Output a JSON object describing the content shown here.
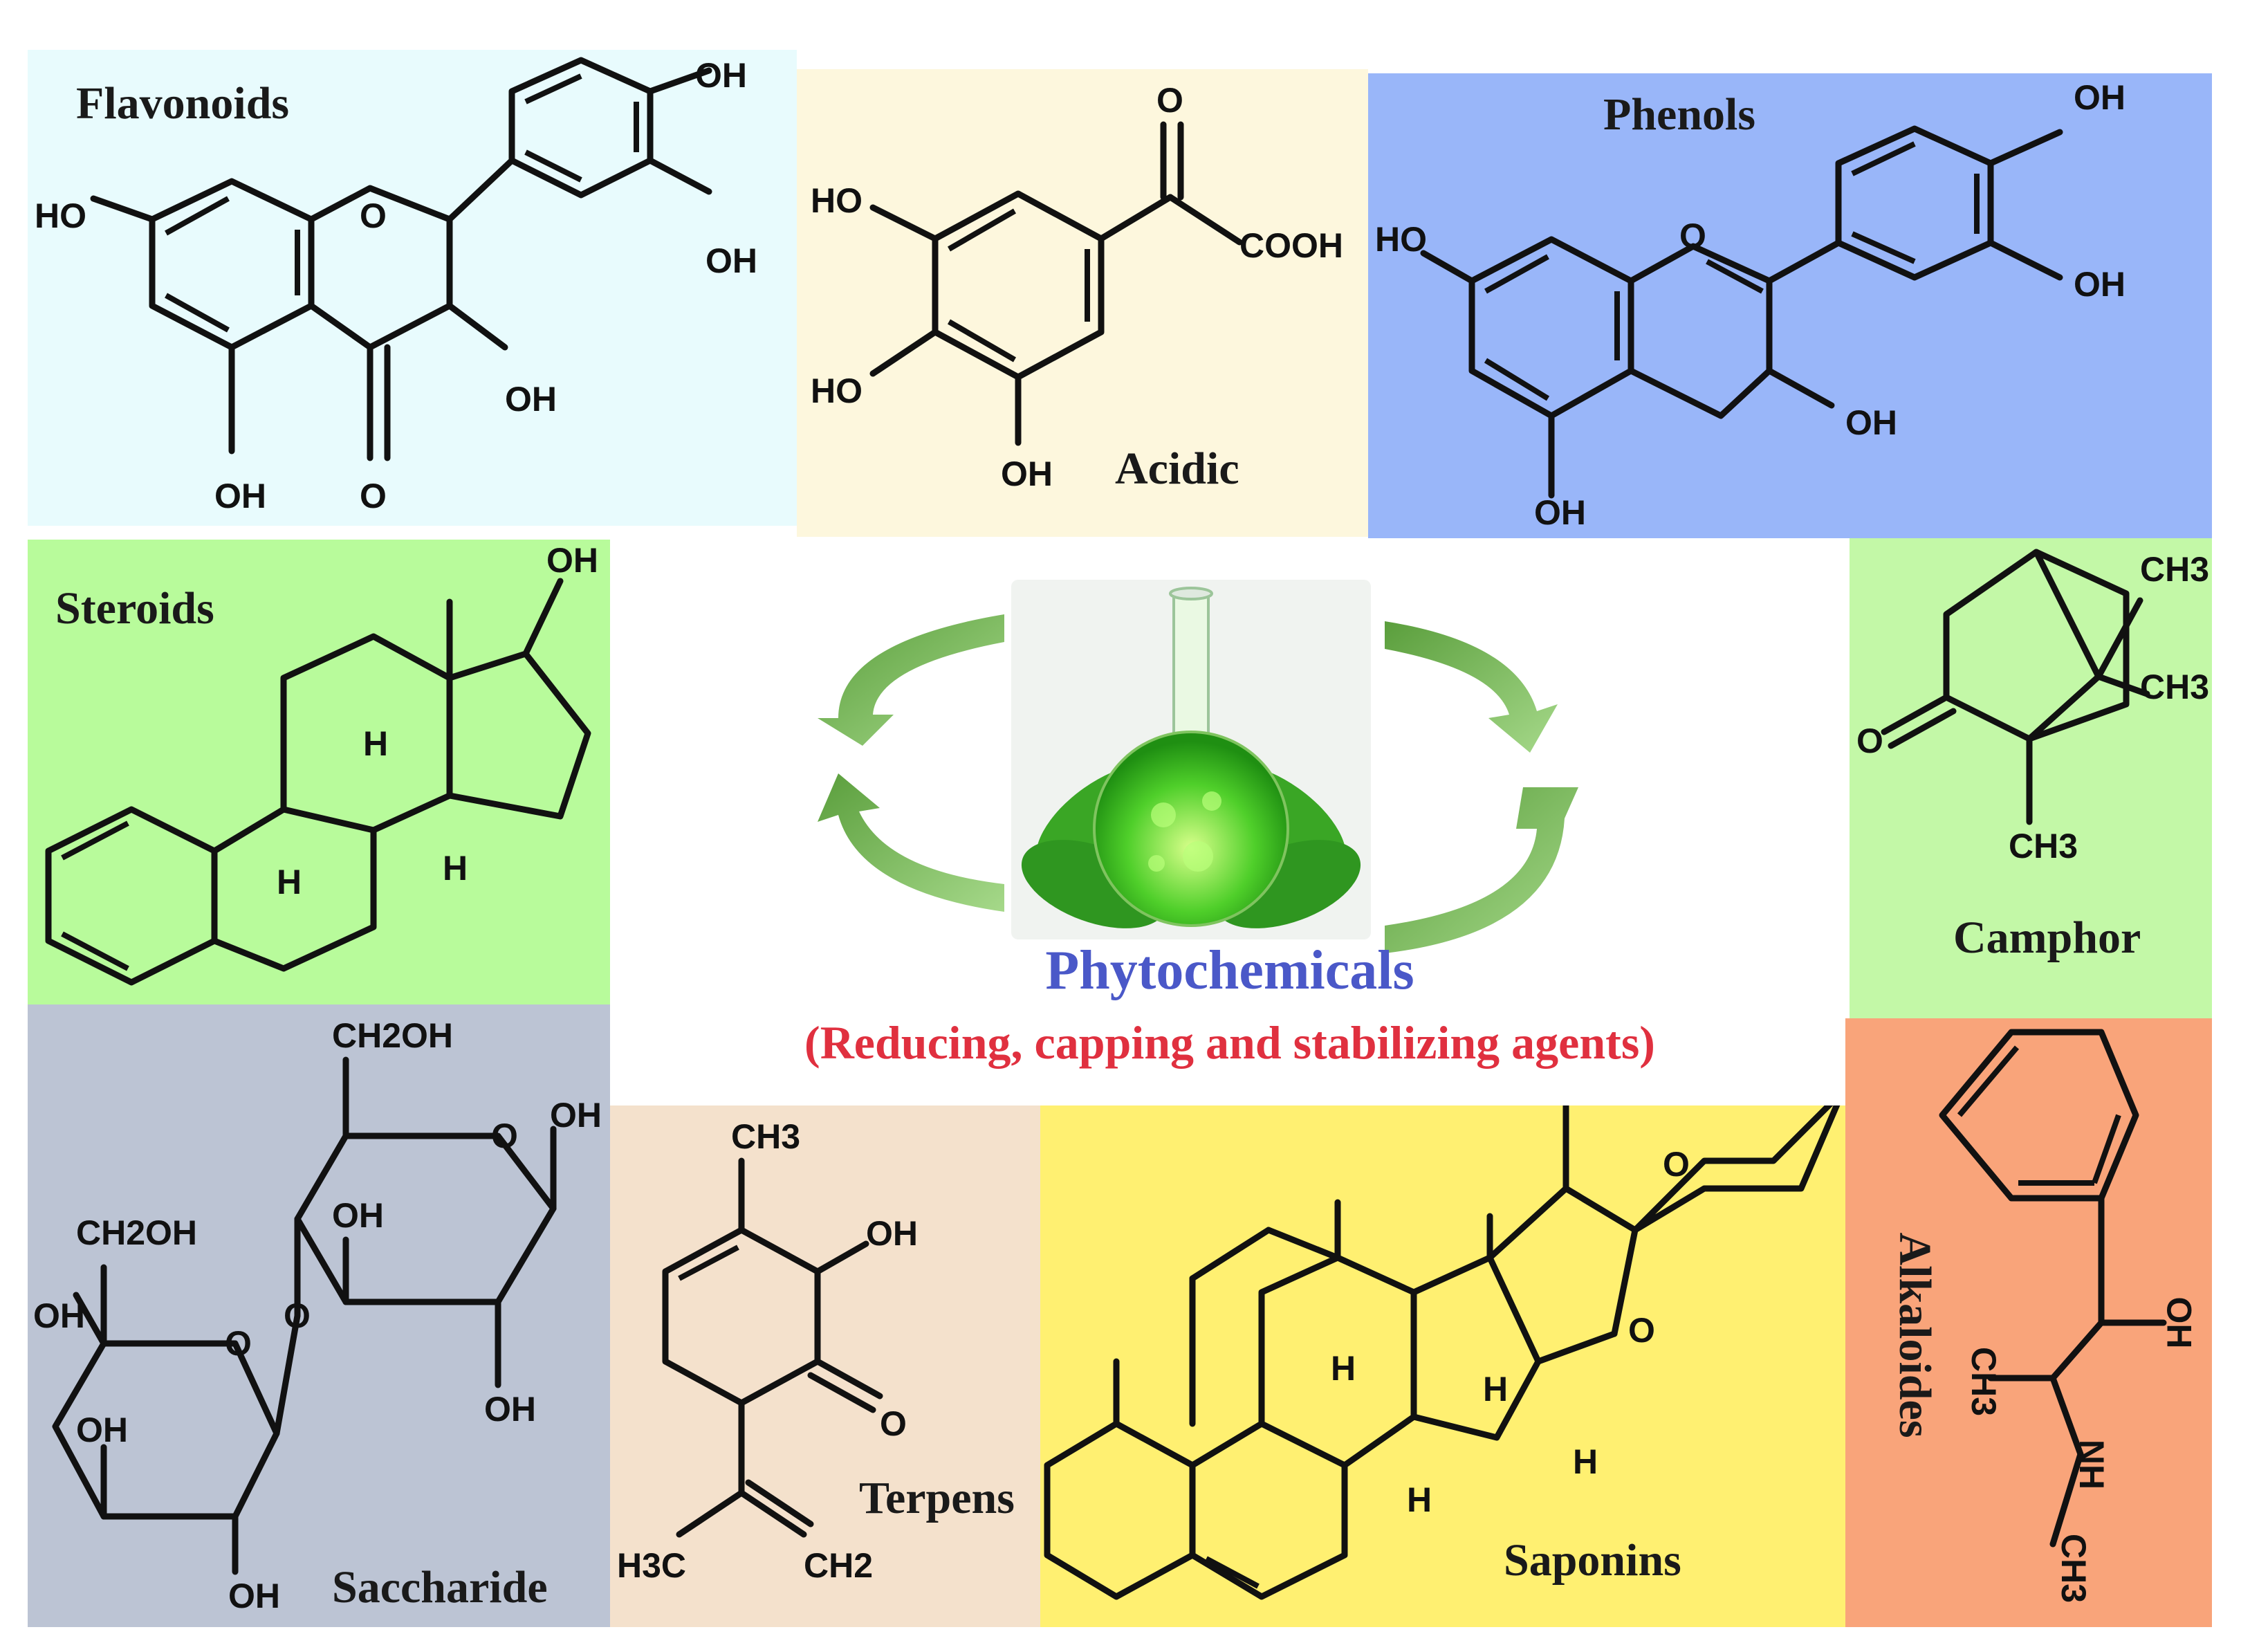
{
  "center": {
    "title": "Phytochemicals",
    "subtitle": "(Reducing, capping and stabilizing agents)"
  },
  "panels": {
    "flavonoids": {
      "title": "Flavonoids",
      "color": "#e8fbfd",
      "labels": {
        "oh_top": "OH",
        "ho_left": "HO",
        "oh_right": "OH",
        "o_ring": "O",
        "oh_mid": "OH",
        "oh_bottom": "OH",
        "o_keto": "O"
      }
    },
    "acidic": {
      "title": "Acidic",
      "color": "#fdf7dd",
      "labels": {
        "o_top": "O",
        "ho_top": "HO",
        "cooh": "COOH",
        "ho_mid": "HO",
        "oh_bottom": "OH"
      }
    },
    "phenols": {
      "title": "Phenols",
      "color": "#99b6f9",
      "labels": {
        "oh_top": "OH",
        "ho_left": "HO",
        "o_ring": "O",
        "oh_right": "OH",
        "oh_mid": "OH",
        "oh_bottom": "OH"
      }
    },
    "steroids": {
      "title": "Steroids",
      "color": "#b8fb9b",
      "labels": {
        "oh": "OH",
        "h_top": "H",
        "h_left": "H",
        "h_right": "H"
      }
    },
    "camphor": {
      "title": "Camphor",
      "color": "#c3f8a7",
      "labels": {
        "ch3_a": "CH3",
        "ch3_b": "CH3",
        "o": "O",
        "ch3_c": "CH3"
      }
    },
    "saccharide": {
      "title": "Saccharide",
      "color": "#bcc4d4",
      "labels": {
        "ch2oh_top": "CH2OH",
        "o_ring_top": "O",
        "oh_a": "OH",
        "oh_b": "OH",
        "ch2oh_left": "CH2OH",
        "oh_c": "OH",
        "o_ring_left": "O",
        "o_link": "O",
        "oh_d": "OH",
        "oh_e": "OH",
        "oh_f": "OH"
      }
    },
    "terpens": {
      "title": "Terpens",
      "color": "#f4e1cc",
      "labels": {
        "ch3": "CH3",
        "oh": "OH",
        "o": "O",
        "h3c": "H3C",
        "ch2": "CH2"
      }
    },
    "saponins": {
      "title": "Saponins",
      "color": "#fff071",
      "labels": {
        "o_top": "O",
        "o_mid": "O",
        "h_a": "H",
        "h_b": "H",
        "h_c": "H",
        "h_d": "H"
      }
    },
    "alkaloides": {
      "title": "Alkaloides",
      "color": "#f9a47a",
      "labels": {
        "oh": "OH",
        "ch3_a": "CH3",
        "nh": "NH",
        "ch3_b": "CH3"
      }
    }
  }
}
